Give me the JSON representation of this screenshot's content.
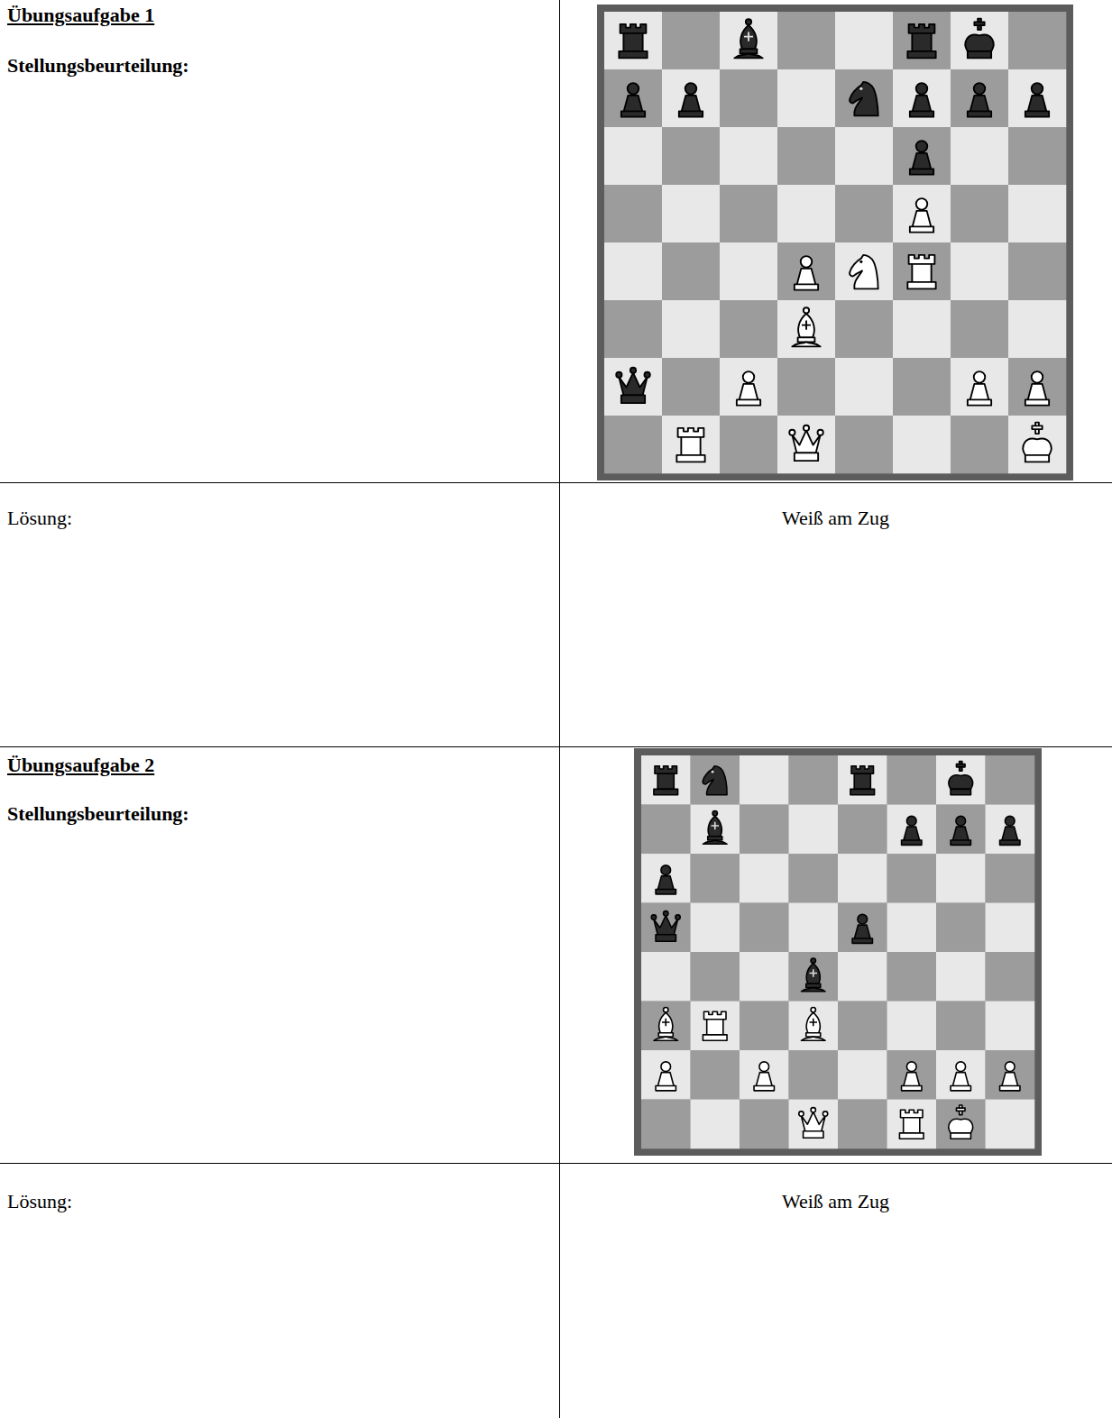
{
  "diagram": {
    "labels": [
      "Übungsaufgabe 1",
      "Stellungsbeurteilung:",
      "Lösung:",
      "Weiß am Zug",
      "Übungsaufgabe 2",
      "Stellungsbeurteilung:",
      "Lösung:",
      "Weiß am Zug"
    ]
  }
}
